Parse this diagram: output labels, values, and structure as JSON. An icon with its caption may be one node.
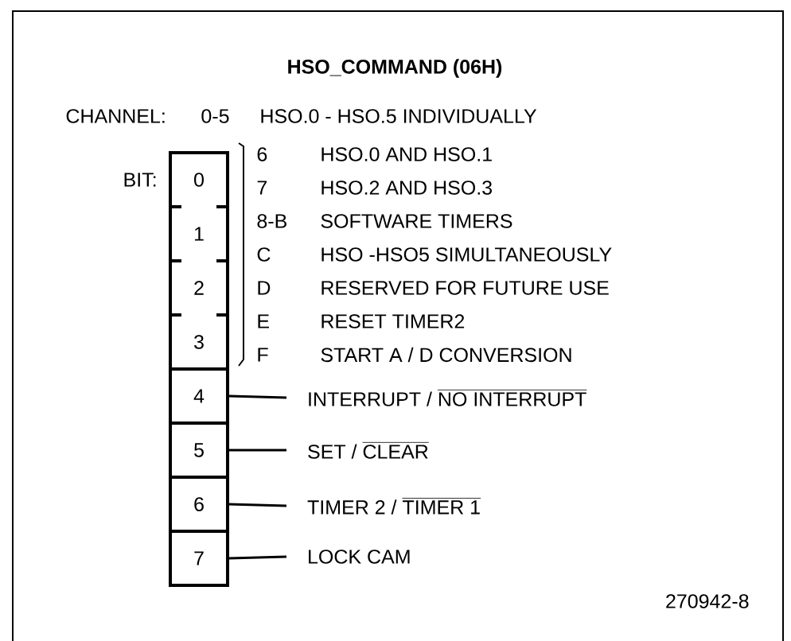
{
  "diagram": {
    "title": "HSO_COMMAND (06H)",
    "nodes": [
      {
        "text": [
          "0"
        ]
      },
      {
        "text": [
          "1"
        ]
      },
      {
        "text": [
          "2"
        ]
      },
      {
        "text": [
          "3"
        ]
      },
      {
        "text": [
          "4"
        ]
      },
      {
        "text": [
          "5"
        ]
      },
      {
        "text": [
          "6"
        ]
      },
      {
        "text": [
          "7"
        ]
      },
      {
        "text": [
          "INTERRUPT /",
          "NO INTERRUPT"
        ]
      },
      {
        "text": [
          "SET /",
          "CLEAR"
        ]
      },
      {
        "text": [
          "TIMER 2 /",
          "TIMER 1"
        ]
      },
      {
        "text": [
          "LOCK CAM"
        ]
      }
    ],
    "edges": [
      {
        "from": 4,
        "to": 8,
        "arrow": "none"
      },
      {
        "from": 5,
        "to": 9,
        "arrow": "none"
      },
      {
        "from": 6,
        "to": 10,
        "arrow": "none"
      },
      {
        "from": 7,
        "to": 11,
        "arrow": "none"
      }
    ],
    "labels": [
      "CHANNEL:",
      "0-5",
      "HSO.0 - HSO.5 INDIVIDUALLY",
      "BIT:",
      "6",
      "HSO.0 AND HSO.1",
      "7",
      "HSO.2 AND HSO.3",
      "8-B",
      "SOFTWARE TIMERS",
      "C",
      "HSO -HSO5 SIMULTANEOUSLY",
      "D",
      "RESERVED FOR FUTURE USE",
      "E",
      "RESET TIMER2",
      "F",
      "START A / D CONVERSION",
      "270942-8"
    ]
  }
}
